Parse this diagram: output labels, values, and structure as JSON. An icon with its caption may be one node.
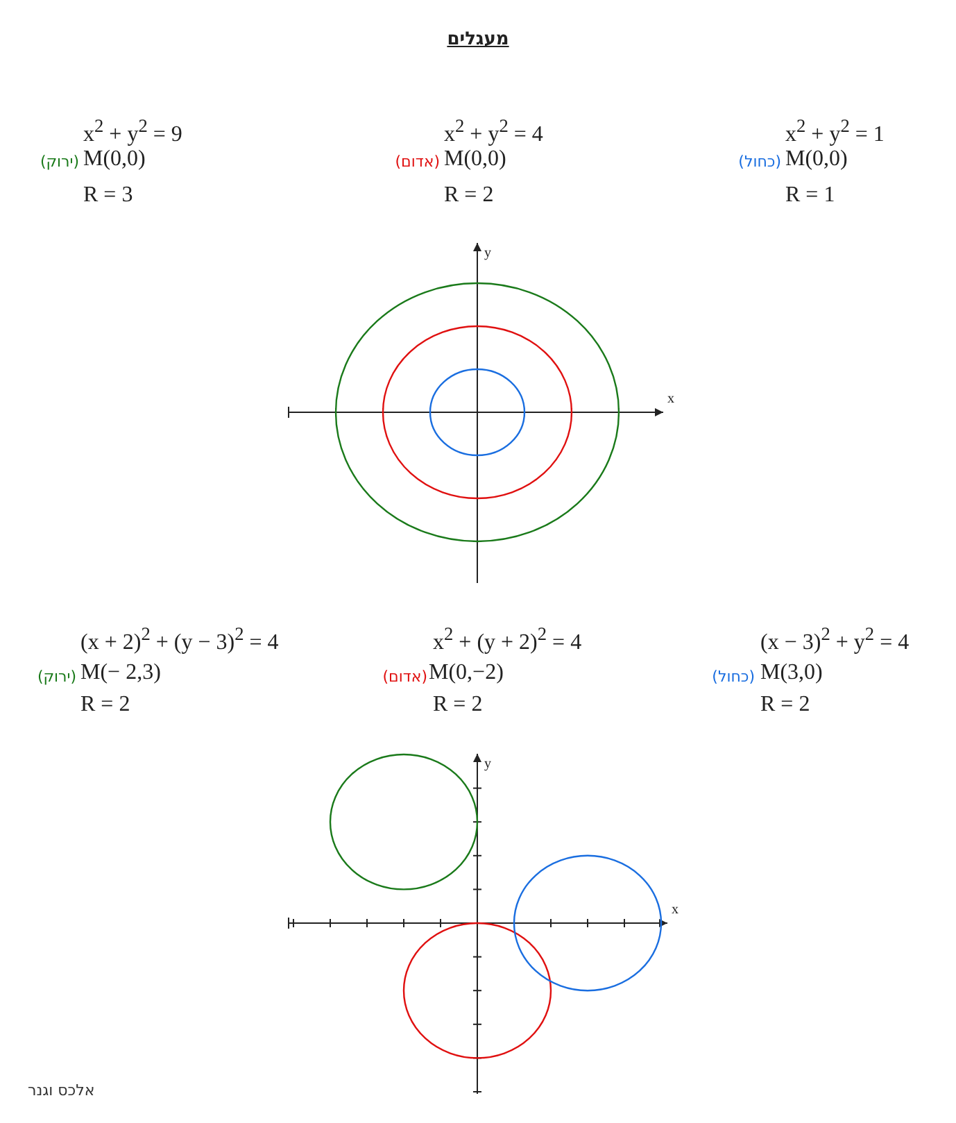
{
  "diagram": {
    "title": "מעגלים",
    "labels": [
      "x$^{2}$ + y$^{2}$ = 9",
      "x$^{2}$ + y$^{2}$ = 4",
      "x$^{2}$ + y$^{2}$ = 1",
      "(ירוק)",
      "M(0,0)",
      "(אדום)",
      "M(0,0)",
      "(כחול)",
      "M(0,0)",
      "R = 3",
      "R = 2",
      "R = 1",
      "y",
      "x",
      "(x + 2)$^{2}$ + (y − 3)$^{2}$ = 4",
      "x$^{2}$ + (y + 2)$^{2}$ = 4",
      "(x − 3)$^{2}$ + y$^{2}$ = 4",
      "(ירוק)",
      "M(− 2,3)",
      "(אדום)",
      "M(0,−2)",
      "(כחול)",
      "M(3,0)",
      "R = 2",
      "R = 2",
      "R = 2",
      "y",
      "x",
      "אלכס וגנר"
    ]
  }
}
